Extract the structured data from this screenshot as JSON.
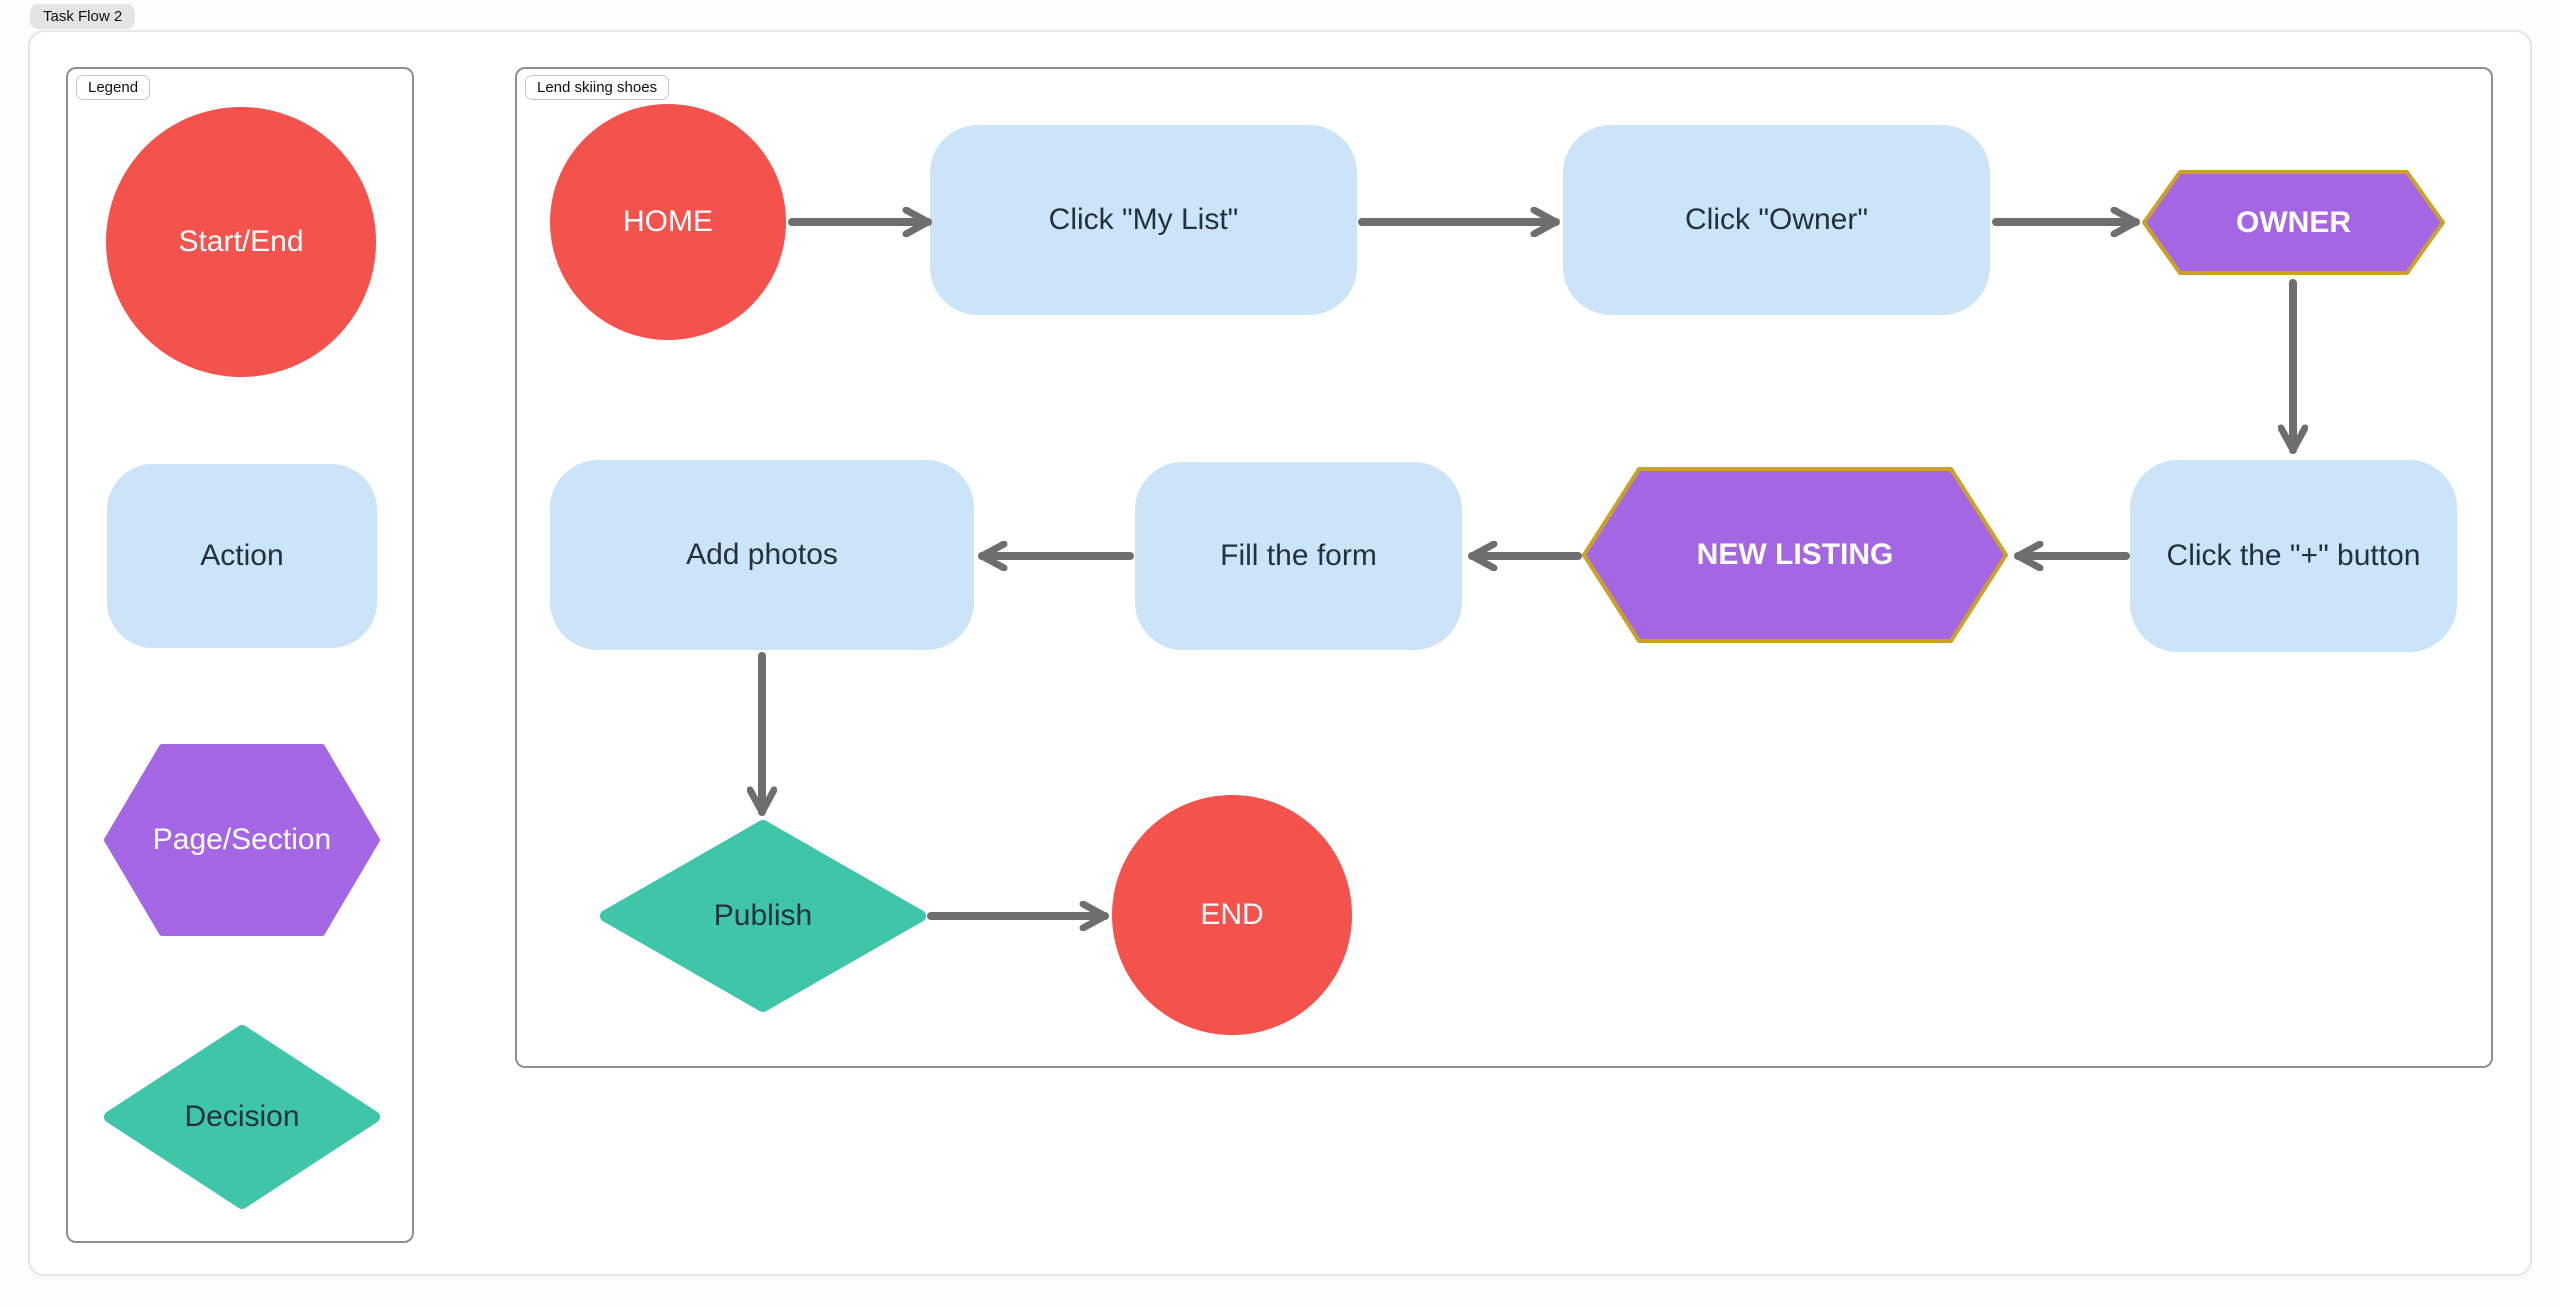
{
  "page": {
    "tag": "Task Flow 2"
  },
  "legend": {
    "tag": "Legend",
    "items": [
      {
        "shape": "circle",
        "label": "Start/End"
      },
      {
        "shape": "rounded-rect",
        "label": "Action"
      },
      {
        "shape": "hexagon",
        "label": "Page/Section"
      },
      {
        "shape": "diamond",
        "label": "Decision"
      }
    ]
  },
  "flow": {
    "tag": "Lend skiing shoes",
    "nodes": [
      {
        "shape": "circle",
        "label": "HOME"
      },
      {
        "shape": "rounded-rect",
        "label": "Click \"My List\""
      },
      {
        "shape": "rounded-rect",
        "label": "Click \"Owner\""
      },
      {
        "shape": "hexagon",
        "label": "OWNER"
      },
      {
        "shape": "rounded-rect",
        "label": "Click the \"+\" button"
      },
      {
        "shape": "hexagon",
        "label": "NEW LISTING"
      },
      {
        "shape": "rounded-rect",
        "label": "Fill the form"
      },
      {
        "shape": "rounded-rect",
        "label": "Add photos"
      },
      {
        "shape": "diamond",
        "label": "Publish"
      },
      {
        "shape": "circle",
        "label": "END"
      }
    ],
    "connectors": [
      "HOME -> Click \"My List\"",
      "Click \"My List\" -> Click \"Owner\"",
      "Click \"Owner\" -> OWNER",
      "OWNER -> Click the \"+\" button",
      "Click the \"+\" button -> NEW LISTING",
      "NEW LISTING -> Fill the form",
      "Fill the form -> Add photos",
      "Add photos -> Publish",
      "Publish -> END"
    ]
  },
  "colors": {
    "start_end": "#F4524D",
    "action": "#CBE4F8",
    "page_section": "#A466E3",
    "decision": "#3FC5A8",
    "highlight_border": "#C9A227",
    "connector": "#6E6E6E"
  }
}
